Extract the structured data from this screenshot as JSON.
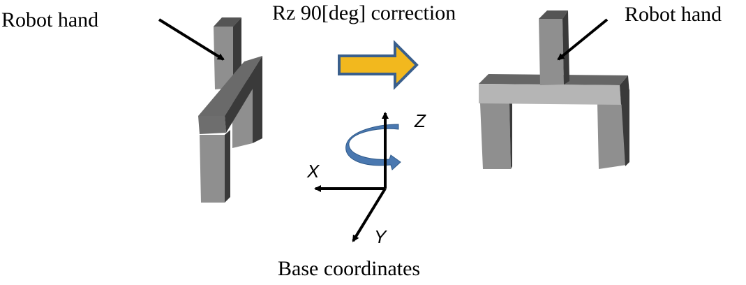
{
  "labels": {
    "left_hand": "Robot hand",
    "right_hand": "Robot hand",
    "correction": "Rz 90[deg] correction",
    "base": "Base coordinates"
  },
  "axes": {
    "x": "X",
    "y": "Y",
    "z": "Z"
  },
  "colors": {
    "block_arrow_fill": "#F2B81E",
    "block_arrow_stroke": "#3A5F8C",
    "rotation_arrow": "#4A78B0",
    "block_light": "#8F8F8F",
    "block_dark": "#3A3A3A",
    "block_mid": "#6A6A6A",
    "crossbar_light": "#B5B5B5"
  }
}
